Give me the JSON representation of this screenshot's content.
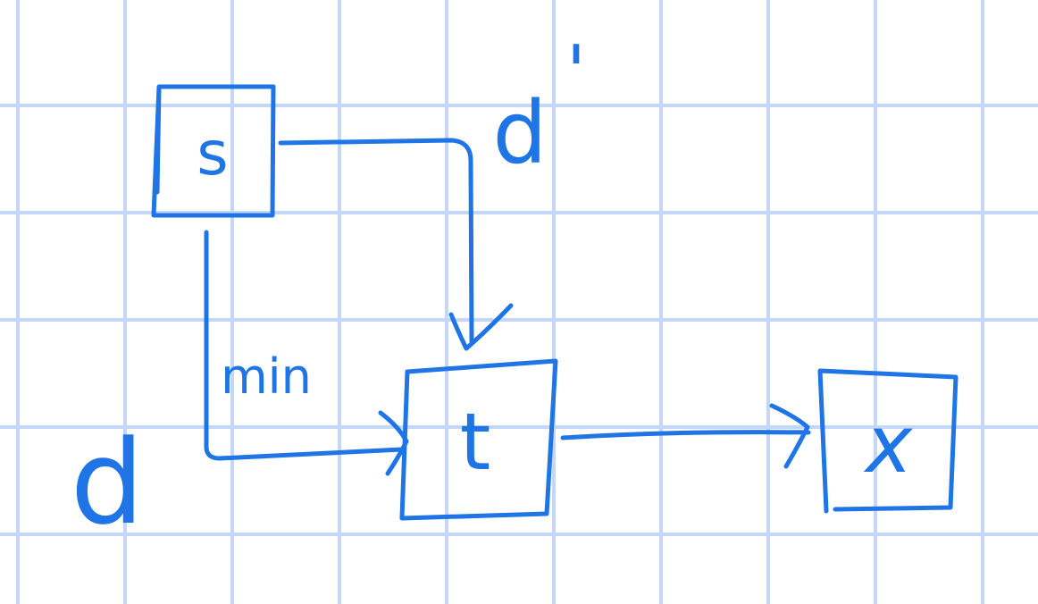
{
  "colors": {
    "grid": "#c3d8f7",
    "ink": "#1f74e6",
    "background": "#ffffff"
  },
  "nodes": {
    "s": {
      "label": "s"
    },
    "t": {
      "label": "t"
    },
    "x": {
      "label": "x"
    }
  },
  "edge_labels": {
    "d_prime": "d",
    "d_prime_mark": "'",
    "min": "min",
    "d": "d"
  }
}
